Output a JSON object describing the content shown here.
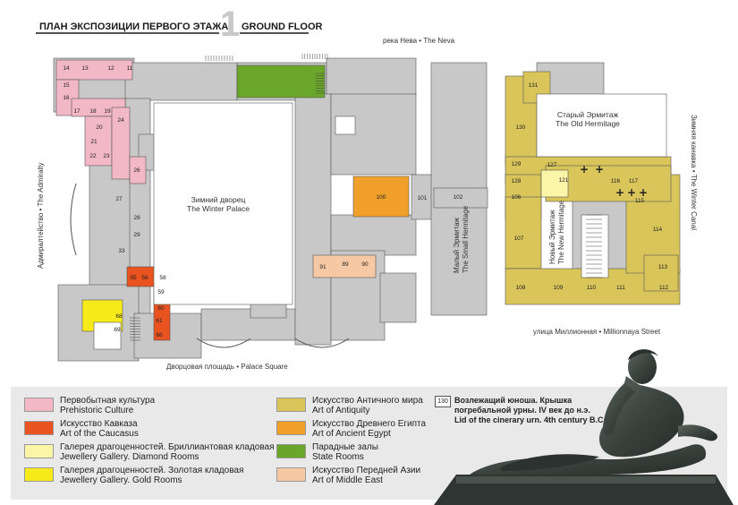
{
  "header": {
    "title_ru": "ПЛАН ЭКСПОЗИЦИИ ПЕРВОГО ЭТАЖА",
    "floor_number": "1",
    "title_en": "GROUND FLOOR"
  },
  "map_labels": {
    "neva": "река Нева • The Neva",
    "winter_palace_ru": "Зимний дворец",
    "winter_palace_en": "The Winter Palace",
    "old_hermitage_ru": "Старый Эрмитаж",
    "old_hermitage_en": "The Old Hermitage",
    "small_hermitage_ru": "Малый Эрмитаж",
    "small_hermitage_en": "The Small Hermitage",
    "new_hermitage_ru": "Новый Эрмитаж",
    "new_hermitage_en": "The New Hermitage",
    "admiralty": "Адмиралтейство • The Admiralty",
    "winter_canal": "Зимняя канавка • The Winter Canal",
    "palace_square": "Дворцовая площадь • Palace Square",
    "millionnaya": "улица Миллионная • Millionnaya Street"
  },
  "room_numbers": {
    "r11": "11",
    "r12": "12",
    "r13": "13",
    "r14": "14",
    "r15": "15",
    "r16": "16",
    "r17": "17",
    "r18": "18",
    "r19": "19",
    "r20": "20",
    "r21": "21",
    "r22": "22",
    "r23": "23",
    "r24": "24",
    "r26": "26",
    "r27": "27",
    "r28": "28",
    "r29": "29",
    "r33": "33",
    "r55": "55",
    "r56": "56",
    "r58": "58",
    "r59": "59",
    "r60": "60",
    "r61": "61",
    "r66": "66",
    "r68": "68",
    "r69": "69",
    "r89": "89",
    "r90": "90",
    "r91": "91",
    "r100": "100",
    "r101": "101",
    "r102": "102",
    "r106": "106",
    "r107": "107",
    "r108": "108",
    "r109": "109",
    "r110": "110",
    "r111": "111",
    "r112": "112",
    "r113": "113",
    "r114": "114",
    "r115": "115",
    "r116": "116",
    "r117": "117",
    "r121": "121",
    "r127": "127",
    "r128": "128",
    "r129": "129",
    "r130": "130",
    "r131": "131"
  },
  "legend": [
    {
      "ru": "Первобытная культура",
      "en": "Prehistoric Culture",
      "color": "#f2b8c6"
    },
    {
      "ru": "Искусство Кавказа",
      "en": "Art of the Caucasus",
      "color": "#e8531f"
    },
    {
      "ru": "Галерея драгоценностей. Бриллиантовая кладовая",
      "en": "Jewellery Gallery. Diamond Rooms",
      "color": "#fbf5a8"
    },
    {
      "ru": "Галерея драгоценностей. Золотая кладовая",
      "en": "Jewellery Gallery. Gold Rooms",
      "color": "#f7ea1a"
    },
    {
      "ru": "Искусство Античного мира",
      "en": "Art of Antiquity",
      "color": "#d9c55a"
    },
    {
      "ru": "Искусство Древнего Египта",
      "en": "Art of Ancient Egypt",
      "color": "#f0a02a"
    },
    {
      "ru": "Парадные залы",
      "en": "State Rooms",
      "color": "#6aa629"
    },
    {
      "ru": "Искусство Передней Азии",
      "en": "Art of Middle East",
      "color": "#f6c9a4"
    }
  ],
  "caption": {
    "badge": "130",
    "line1": "Возлежащий юноша. Крышка",
    "line2": "погребальной урны. IV век до н.э.",
    "line3": "Lid of the cinerary urn. 4th century B.C."
  },
  "colors": {
    "building": "#c8c8c8",
    "outline": "#555555",
    "legend_bg": "#e9e9e9"
  }
}
